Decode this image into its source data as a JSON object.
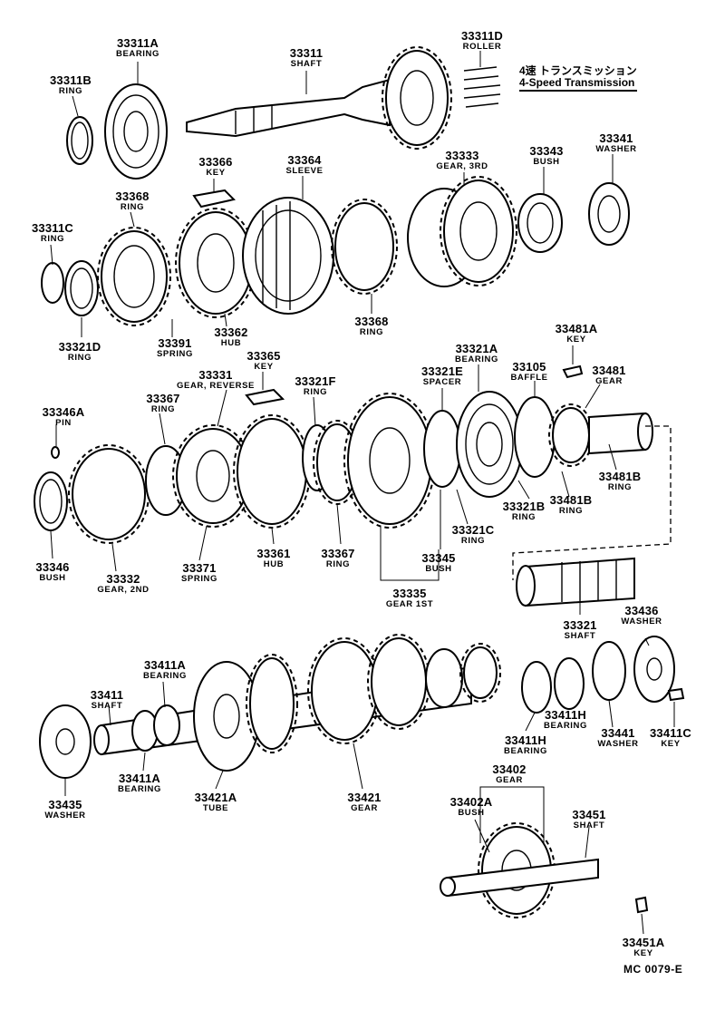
{
  "title": {
    "jp": "4速 トランスミッション",
    "en": "4-Speed Transmission"
  },
  "ref_code": "MC 0079-E",
  "labels": [
    {
      "id": "l1",
      "num": "33311A",
      "name": "BEARING"
    },
    {
      "id": "l2",
      "num": "33311",
      "name": "SHAFT"
    },
    {
      "id": "l3",
      "num": "33311D",
      "name": "ROLLER"
    },
    {
      "id": "l4",
      "num": "33311B",
      "name": "RING"
    },
    {
      "id": "l5",
      "num": "33366",
      "name": "KEY"
    },
    {
      "id": "l6",
      "num": "33364",
      "name": "SLEEVE"
    },
    {
      "id": "l7",
      "num": "33333",
      "name": "GEAR, 3RD"
    },
    {
      "id": "l8",
      "num": "33343",
      "name": "BUSH"
    },
    {
      "id": "l9",
      "num": "33341",
      "name": "WASHER"
    },
    {
      "id": "l10",
      "num": "33368",
      "name": "RING"
    },
    {
      "id": "l11",
      "num": "33311C",
      "name": "RING"
    },
    {
      "id": "l12",
      "num": "33321D",
      "name": "RING"
    },
    {
      "id": "l13",
      "num": "33391",
      "name": "SPRING"
    },
    {
      "id": "l14",
      "num": "33362",
      "name": "HUB"
    },
    {
      "id": "l15",
      "num": "33368",
      "name": "RING"
    },
    {
      "id": "l16",
      "num": "33481A",
      "name": "KEY"
    },
    {
      "id": "l17",
      "num": "33365",
      "name": "KEY"
    },
    {
      "id": "l18",
      "num": "33321A",
      "name": "BEARING"
    },
    {
      "id": "l19",
      "num": "33331",
      "name": "GEAR, REVERSE"
    },
    {
      "id": "l20",
      "num": "33321F",
      "name": "RING"
    },
    {
      "id": "l21",
      "num": "33321E",
      "name": "SPACER"
    },
    {
      "id": "l22",
      "num": "33105",
      "name": "BAFFLE"
    },
    {
      "id": "l23",
      "num": "33481",
      "name": "GEAR"
    },
    {
      "id": "l24",
      "num": "33346A",
      "name": "PIN"
    },
    {
      "id": "l25",
      "num": "33367",
      "name": "RING"
    },
    {
      "id": "l26",
      "num": "33481B",
      "name": "RING"
    },
    {
      "id": "l27",
      "num": "33321B",
      "name": "RING"
    },
    {
      "id": "l28",
      "num": "33481B",
      "name": "RING"
    },
    {
      "id": "l29",
      "num": "33321C",
      "name": "RING"
    },
    {
      "id": "l30",
      "num": "33346",
      "name": "BUSH"
    },
    {
      "id": "l31",
      "num": "33332",
      "name": "GEAR, 2ND"
    },
    {
      "id": "l32",
      "num": "33371",
      "name": "SPRING"
    },
    {
      "id": "l33",
      "num": "33361",
      "name": "HUB"
    },
    {
      "id": "l34",
      "num": "33367",
      "name": "RING"
    },
    {
      "id": "l35",
      "num": "33345",
      "name": "BUSH"
    },
    {
      "id": "l36",
      "num": "33335",
      "name": "GEAR 1ST"
    },
    {
      "id": "l37",
      "num": "33321",
      "name": "SHAFT"
    },
    {
      "id": "l38",
      "num": "33436",
      "name": "WASHER"
    },
    {
      "id": "l39",
      "num": "33411A",
      "name": "BEARING"
    },
    {
      "id": "l40",
      "num": "33411",
      "name": "SHAFT"
    },
    {
      "id": "l41",
      "num": "33411H",
      "name": "BEARING"
    },
    {
      "id": "l42",
      "num": "33411H",
      "name": "BEARING"
    },
    {
      "id": "l43",
      "num": "33441",
      "name": "WASHER"
    },
    {
      "id": "l44",
      "num": "33411C",
      "name": "KEY"
    },
    {
      "id": "l45",
      "num": "33411A",
      "name": "BEARING"
    },
    {
      "id": "l46",
      "num": "33435",
      "name": "WASHER"
    },
    {
      "id": "l47",
      "num": "33421A",
      "name": "TUBE"
    },
    {
      "id": "l48",
      "num": "33421",
      "name": "GEAR"
    },
    {
      "id": "l49",
      "num": "33402",
      "name": "GEAR"
    },
    {
      "id": "l50",
      "num": "33402A",
      "name": "BUSH"
    },
    {
      "id": "l51",
      "num": "33451",
      "name": "SHAFT"
    },
    {
      "id": "l52",
      "num": "33451A",
      "name": "KEY"
    }
  ]
}
